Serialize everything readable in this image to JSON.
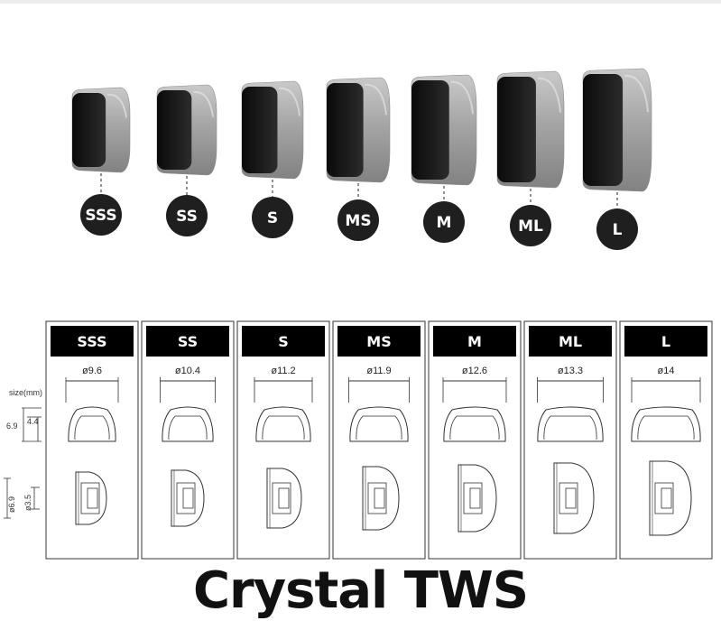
{
  "sizes": [
    {
      "label": "SSS",
      "diameter": "9.6"
    },
    {
      "label": "SS",
      "diameter": "10.4"
    },
    {
      "label": "S",
      "diameter": "11.2"
    },
    {
      "label": "MS",
      "diameter": "11.9"
    },
    {
      "label": "M",
      "diameter": "12.6"
    },
    {
      "label": "ML",
      "diameter": "13.3"
    },
    {
      "label": "L",
      "diameter": "14"
    }
  ],
  "diameter_symbol": "ø",
  "dimensions": {
    "unit_label": "size(mm)",
    "total_height": "6.9",
    "stem_height": "4.4",
    "outer_diameter": "ø6.9",
    "inner_diameter": "ø3.5"
  },
  "title": "Crystal TWS",
  "colors": {
    "badge": "#1f1f1f",
    "header": "#000000",
    "line": "#333333"
  }
}
